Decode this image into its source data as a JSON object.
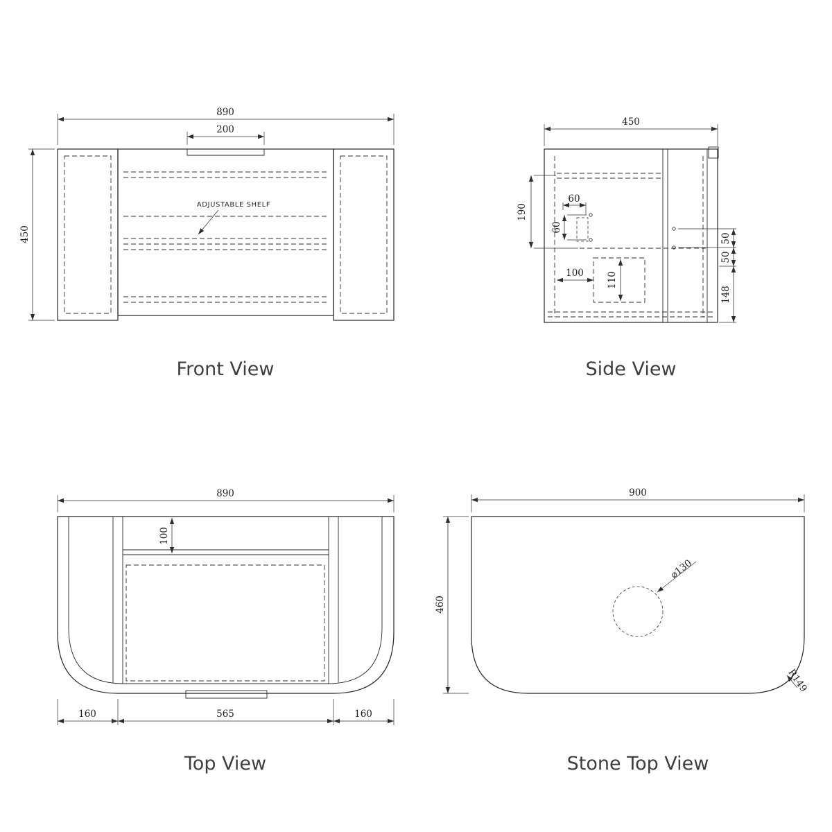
{
  "page": {
    "background": "#ffffff",
    "line_color": "#2e2e2e"
  },
  "views": {
    "front": {
      "label": "Front View",
      "annotation": "ADJUSTABLE SHELF",
      "dim_width": "890",
      "dim_handle": "200",
      "dim_height": "450"
    },
    "side": {
      "label": "Side View",
      "dim_depth": "450",
      "dim_190": "190",
      "dim_60a": "60",
      "dim_60b": "60",
      "dim_100": "100",
      "dim_110": "110",
      "dim_50a": "50",
      "dim_50b": "50",
      "dim_148": "148"
    },
    "top": {
      "label": "Top View",
      "dim_width": "890",
      "dim_100": "100",
      "dim_center": "565",
      "dim_left": "160",
      "dim_right": "160"
    },
    "stone": {
      "label": "Stone Top View",
      "dim_width": "900",
      "dim_depth": "460",
      "dim_hole": "⌀130",
      "dim_radius": "R149"
    }
  }
}
